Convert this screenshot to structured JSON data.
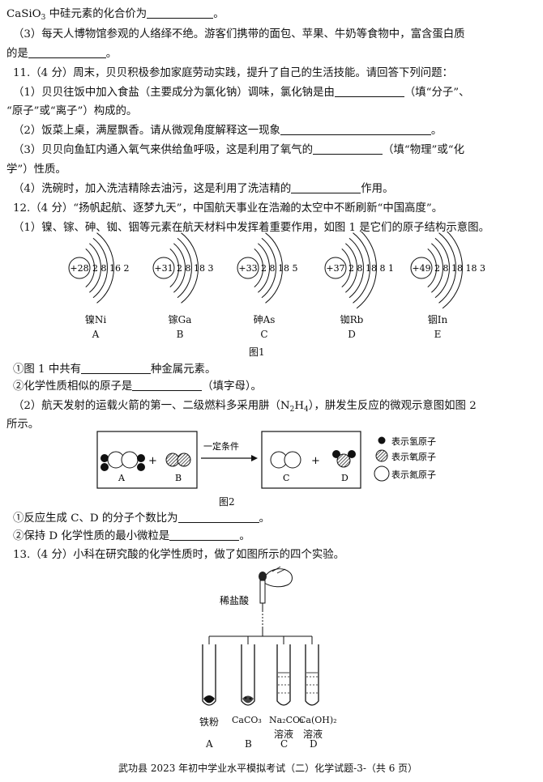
{
  "q10_tail": {
    "line1_pre": "CaSiO",
    "line1_sub": "3",
    "line1_post": " 中硅元素的化合价为",
    "line1_end": "。",
    "q3_line1": "（3）每天人博物馆参观的人络绎不绝。游客们携带的面包、苹果、牛奶等食物中，富含蛋白质",
    "q3_line2_pre": "的是",
    "q3_line2_end": "。"
  },
  "q11": {
    "title": "11.（4 分）周末，贝贝积极参加家庭劳动实践，提升了自己的生活技能。请回答下列问题：",
    "p1_a": "（1）贝贝往饭中加入食盐（主要成分为氯化钠）调味，氯化钠是由",
    "p1_b": "（填“分子”、",
    "p1_c": "“原子”或“离子”）构成的。",
    "p2_a": "（2）饭菜上桌，满屋飘香。请从微观角度解释这一现象",
    "p2_end": "。",
    "p3_a": "（3）贝贝向鱼缸内通入氧气来供给鱼呼吸，这是利用了氧气的",
    "p3_b": "（填“物理”或“化",
    "p3_c": "学”）性质。",
    "p4_a": "（4）洗碗时，加入洗洁精除去油污，这是利用了洗洁精的",
    "p4_b": "作用。"
  },
  "q12": {
    "title": "12.（4 分）“扬帆起航、逐梦九天”，中国航天事业在浩瀚的太空中不断刷新“中国高度”。",
    "p1": "（1）镍、镓、砷、铷、铟等元素在航天材料中发挥着重要作用，如图 1 是它们的原子结构示意图。",
    "atoms": [
      {
        "nucleus": "+28",
        "shells": "2 8 16 2",
        "name": "镍Ni",
        "letter": "A"
      },
      {
        "nucleus": "+31",
        "shells": "2 8 18 3",
        "name": "镓Ga",
        "letter": "B"
      },
      {
        "nucleus": "+33",
        "shells": "2 8 18 5",
        "name": "砷As",
        "letter": "C"
      },
      {
        "nucleus": "+37",
        "shells": "2 8 18 8 1",
        "name": "铷Rb",
        "letter": "D"
      },
      {
        "nucleus": "+49",
        "shells": "2 8 18 18 3",
        "name": "铟In",
        "letter": "E"
      }
    ],
    "fig1_caption": "图1",
    "s1_a": "①图 1 中共有",
    "s1_b": "种金属元素。",
    "s2_a": "②化学性质相似的原子是",
    "s2_b": "（填字母）。",
    "p2_a": "（2）航天发射的运载火箭的第一、二级燃料多采用肼（N",
    "p2_sub1": "2",
    "p2_mid": "H",
    "p2_sub2": "4",
    "p2_b": "），肼发生反应的微观示意图如图 2",
    "p2_c": "所示。",
    "fig2": {
      "plus": "+",
      "condition": "一定条件",
      "labels": [
        "A",
        "B",
        "C",
        "D"
      ],
      "legend": [
        "表示氢原子",
        "表示氧原子",
        "表示氮原子"
      ]
    },
    "fig2_caption": "图2",
    "s3_a": "①反应生成 C、D 的分子个数比为",
    "s3_end": "。",
    "s4_a": "②保持 D 化学性质的最小微粒是",
    "s4_end": "。"
  },
  "q13": {
    "title": "13.（4 分）小科在研究酸的化学性质时，做了如图所示的四个实验。",
    "reagent": "稀盐酸",
    "tubes": [
      {
        "line1": "铁粉",
        "line2": "",
        "letter": "A"
      },
      {
        "line1": "CaCO₃",
        "line2": "",
        "letter": "B"
      },
      {
        "line1": "Na₂CO₃",
        "line2": "溶液",
        "letter": "C"
      },
      {
        "line1": "Ca(OH)₂",
        "line2": "溶液",
        "letter": "D"
      }
    ]
  },
  "footer": "武功县 2023 年初中学业水平模拟考试（二）化学试题-3-（共 6 页）"
}
